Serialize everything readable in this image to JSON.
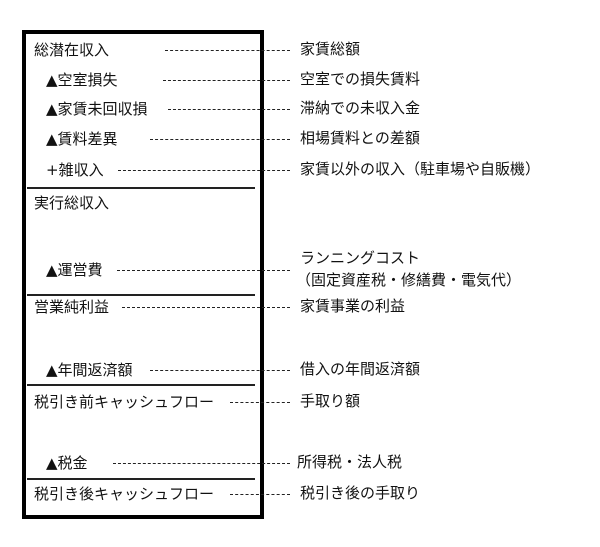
{
  "rows": [
    {
      "label": "総潜在収入",
      "desc": "家賃総額"
    },
    {
      "label": "▲空室損失",
      "desc": "空室での損失賃料"
    },
    {
      "label": "▲家賃未回収損",
      "desc": "滞納での未収入金"
    },
    {
      "label": "▲賃料差異",
      "desc": "相場賃料との差額"
    },
    {
      "label": "+雑収入",
      "desc": "家賃以外の収入（駐車場や自販機）"
    },
    {
      "label": "実行総収入"
    },
    {
      "label": "▲運営費",
      "desc": "ランニングコスト",
      "desc2": "（固定資産税・修繕費・電気代）"
    },
    {
      "label": "営業純利益",
      "desc": "家賃事業の利益"
    },
    {
      "label": "▲年間返済額",
      "desc": "借入の年間返済額"
    },
    {
      "label": "税引き前キャッシュフロー",
      "desc": "手取り額"
    },
    {
      "label": "▲税金",
      "desc": "所得税・法人税"
    },
    {
      "label": "税引き後キャッシュフロー",
      "desc": "税引き後の手取り"
    }
  ]
}
